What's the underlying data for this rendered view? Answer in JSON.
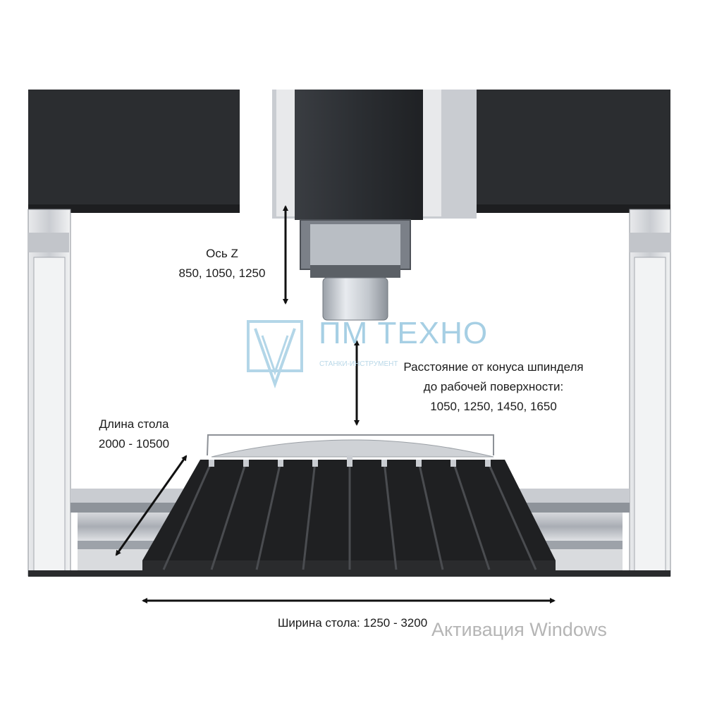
{
  "diagram": {
    "z_axis": {
      "title": "Ось Z",
      "values": "850, 1050, 1250"
    },
    "spindle_distance": {
      "line1": "Расстояние от конуса шпинделя",
      "line2": "до рабочей поверхности:",
      "values": "1050, 1250, 1450, 1650"
    },
    "table_length": {
      "title": "Длина стола",
      "values": "2000 - 10500"
    },
    "table_width": {
      "label": "Ширина стола: 1250 - 3200"
    }
  },
  "watermark": {
    "brand": "ПМ ТЕХНО",
    "tagline": "СТАНКИ-ИНСТРУМЕНТ",
    "color": "#a6cfe4"
  },
  "os_overlay": {
    "text": "Активация Windows"
  },
  "colors": {
    "machine_dark": "#2b2d30",
    "machine_black": "#1f2022",
    "rail_grey": "#b9bcc2",
    "arrow": "#111111"
  }
}
